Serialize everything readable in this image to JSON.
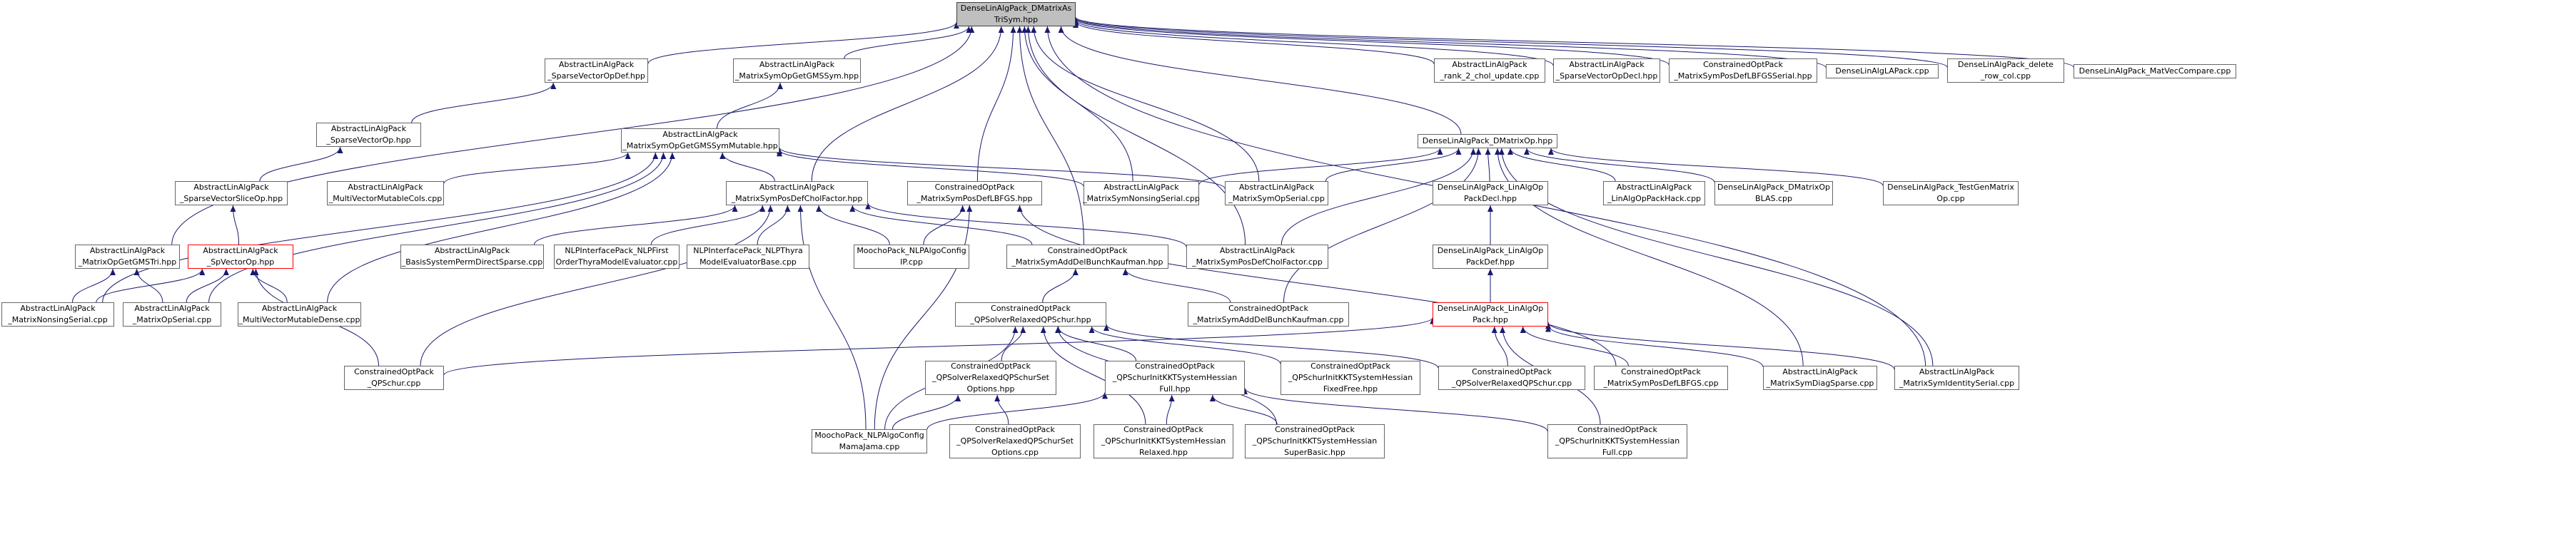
{
  "colors": {
    "edge": "#191970",
    "node_border": "#666666",
    "root_fill": "#bfbfbf",
    "incomplete_border": "#ff0000"
  },
  "nodes": {
    "root": "DenseLinAlgPack_DMatrixAs\nTriSym.hpp",
    "sparseVectorOpDef": "AbstractLinAlgPack\n_SparseVectorOpDef.hpp",
    "matrixSymOpGetGMSSym": "AbstractLinAlgPack\n_MatrixSymOpGetGMSSym.hpp",
    "rank2CholUpdate": "AbstractLinAlgPack\n_rank_2_chol_update.cpp",
    "sparseVectorOpDecl": "AbstractLinAlgPack\n_SparseVectorOpDecl.hpp",
    "matrixSymPosDefLBFGSSerial": "ConstrainedOptPack\n_MatrixSymPosDefLBFGSSerial.hpp",
    "denseLinAlgLAPack": "DenseLinAlgLAPack.cpp",
    "deleteRowCol": "DenseLinAlgPack_delete\n_row_col.cpp",
    "matVecCompare": "DenseLinAlgPack_MatVecCompare.cpp",
    "sparseVectorOp": "AbstractLinAlgPack\n_SparseVectorOp.hpp",
    "matrixSymOpGetGMSSymMutable": "AbstractLinAlgPack\n_MatrixSymOpGetGMSSymMutable.hpp",
    "dMatrixOp": "DenseLinAlgPack_DMatrixOp.hpp",
    "sparseVectorSliceOp": "AbstractLinAlgPack\n_SparseVectorSliceOp.hpp",
    "multiVectorMutableCols": "AbstractLinAlgPack\n_MultiVectorMutableCols.cpp",
    "matrixSymPosDefCholFactorHpp": "AbstractLinAlgPack\n_MatrixSymPosDefCholFactor.hpp",
    "matrixSymPosDefLBFGSHpp": "ConstrainedOptPack\n_MatrixSymPosDefLBFGS.hpp",
    "matrixSymNonsingSerialCpp": "AbstractLinAlgPack\n_MatrixSymNonsingSerial.cpp",
    "matrixSymOpSerialCpp": "AbstractLinAlgPack\n_MatrixSymOpSerial.cpp",
    "linAlgOpPackDecl": "DenseLinAlgPack_LinAlgOp\nPackDecl.hpp",
    "linAlgOpPackHack": "AbstractLinAlgPack\n_LinAlgOpPackHack.cpp",
    "dMatrixOpBLAS": "DenseLinAlgPack_DMatrixOp\nBLAS.cpp",
    "testGenMatrixOp": "DenseLinAlgPack_TestGenMatrix\nOp.cpp",
    "matrixOpGetGMSTri": "AbstractLinAlgPack\n_MatrixOpGetGMSTri.hpp",
    "spVectorOp": "AbstractLinAlgPack\n_SpVectorOp.hpp",
    "basisSystemPermDirectSparse": "AbstractLinAlgPack\n_BasisSystemPermDirectSparse.cpp",
    "nlpFirstOrderThyra": "NLPInterfacePack_NLPFirst\nOrderThyraModelEvaluator.cpp",
    "nlpThyraBase": "NLPInterfacePack_NLPThyra\nModelEvaluatorBase.cpp",
    "moochoNLPAlgoConfigIP": "MoochoPack_NLPAlgoConfig\nIP.cpp",
    "matrixSymAddDelBunchKaufmanHpp": "ConstrainedOptPack\n_MatrixSymAddDelBunchKaufman.hpp",
    "matrixSymPosDefCholFactorCpp": "AbstractLinAlgPack\n_MatrixSymPosDefCholFactor.cpp",
    "linAlgOpPackDef": "DenseLinAlgPack_LinAlgOp\nPackDef.hpp",
    "matrixNonsingSerialCpp": "AbstractLinAlgPack\n_MatrixNonsingSerial.cpp",
    "matrixOpSerialCpp": "AbstractLinAlgPack\n_MatrixOpSerial.cpp",
    "multiVectorMutableDense": "AbstractLinAlgPack\n_MultiVectorMutableDense.cpp",
    "qpSolverRelaxedQPSchurHpp": "ConstrainedOptPack\n_QPSolverRelaxedQPSchur.hpp",
    "matrixSymAddDelBunchKaufmanCpp": "ConstrainedOptPack\n_MatrixSymAddDelBunchKaufman.cpp",
    "linAlgOpPack": "DenseLinAlgPack_LinAlgOp\nPack.hpp",
    "qpSchurCpp": "ConstrainedOptPack\n_QPSchur.cpp",
    "qpSolverRelaxedQPSchurSetOptionsHpp": "ConstrainedOptPack\n_QPSolverRelaxedQPSchurSet\nOptions.hpp",
    "qpSchurInitKKTSystemHessianFullHpp": "ConstrainedOptPack\n_QPSchurInitKKTSystemHessian\nFull.hpp",
    "qpSchurInitKKTSystemHessianFixedFree": "ConstrainedOptPack\n_QPSchurInitKKTSystemHessian\nFixedFree.hpp",
    "qpSolverRelaxedQPSchurCpp": "ConstrainedOptPack\n_QPSolverRelaxedQPSchur.cpp",
    "matrixSymPosDefLBFGSCpp": "ConstrainedOptPack\n_MatrixSymPosDefLBFGS.cpp",
    "matrixSymDiagSparse": "AbstractLinAlgPack\n_MatrixSymDiagSparse.cpp",
    "matrixSymIdentitySerial": "AbstractLinAlgPack\n_MatrixSymIdentitySerial.cpp",
    "moochoNLPAlgoConfigMamaJama": "MoochoPack_NLPAlgoConfig\nMamaJama.cpp",
    "qpSolverRelaxedQPSchurSetOptionsCpp": "ConstrainedOptPack\n_QPSolverRelaxedQPSchurSet\nOptions.cpp",
    "qpSchurInitKKTSystemHessianRelaxed": "ConstrainedOptPack\n_QPSchurInitKKTSystemHessian\nRelaxed.hpp",
    "qpSchurInitKKTSystemHessianSuperBasic": "ConstrainedOptPack\n_QPSchurInitKKTSystemHessian\nSuperBasic.hpp",
    "qpSchurInitKKTSystemHessianFullCpp": "ConstrainedOptPack\n_QPSchurInitKKTSystemHessian\nFull.cpp"
  }
}
